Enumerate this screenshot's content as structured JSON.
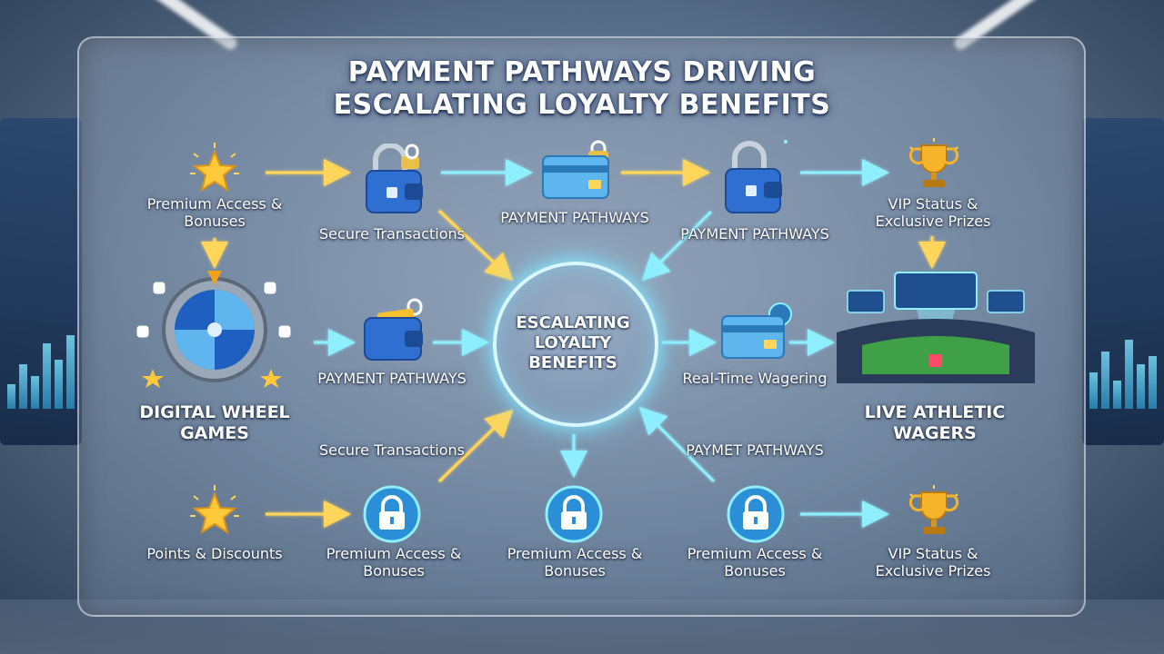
{
  "title": {
    "line1": "PAYMENT PATHWAYS DRIVING",
    "line2": "ESCALATING LOYALTY BENEFITS"
  },
  "hub": {
    "label": "ESCALATING LOYALTY BENEFITS"
  },
  "nodes": {
    "premium_access_top": "Premium Access & Bonuses",
    "secure_transactions_top": "Secure Transactions",
    "payment_pathways_top_center": "PAYMENT PATHWAYS",
    "payment_pathways_top_right": "PAYMENT PATHWAYS",
    "vip_status_top": "VIP Status & Exclusive Prizes",
    "digital_wheel_games": "DIGITAL WHEEL GAMES",
    "payment_pathways_mid": "PAYMENT PATHWAYS",
    "real_time_wagering": "Real-Time Wagering",
    "live_athletic_wagers": "LIVE ATHLETIC WAGERS",
    "secure_transactions_bottom": "Secure Transactions",
    "paymet_pathways_bottom": "PAYMET PATHWAYS",
    "points_discounts": "Points & Discounts",
    "premium_access_bottom_1": "Premium Access & Bonuses",
    "premium_access_bottom_2": "Premium Access & Bonuses",
    "premium_access_bottom_3": "Premium Access & Bonuses",
    "vip_status_bottom": "VIP Status & Exclusive Prizes"
  },
  "icons": {
    "star": "star-icon",
    "wallet": "wallet-icon",
    "card": "credit-card-icon",
    "trophy": "trophy-icon",
    "wheel": "prize-wheel-icon",
    "stadium": "stadium-icon",
    "lock": "padlock-icon"
  },
  "colors": {
    "arrow_gold": "#ffd65a",
    "arrow_cyan": "#8fefff",
    "hub_glow": "#7fe6ff",
    "text": "#ffffff"
  }
}
